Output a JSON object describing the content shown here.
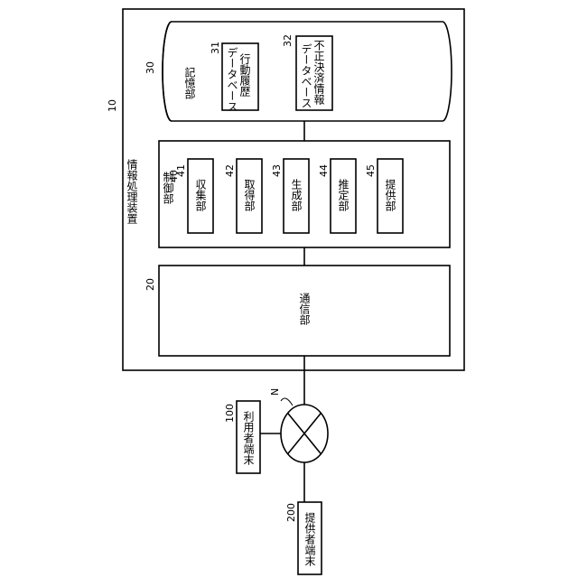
{
  "apparatus": {
    "label": "情報処理装置",
    "ref": "10"
  },
  "storage": {
    "label": "記憶部",
    "ref": "30",
    "databases": [
      {
        "line1": "行動履歴",
        "line2": "データベース",
        "ref": "31"
      },
      {
        "line1": "不正決済情報",
        "line2": "データベース",
        "ref": "32"
      }
    ]
  },
  "control": {
    "label": "制御部",
    "ref": "40",
    "units": [
      {
        "label": "収集部",
        "ref": "41"
      },
      {
        "label": "取得部",
        "ref": "42"
      },
      {
        "label": "生成部",
        "ref": "43"
      },
      {
        "label": "推定部",
        "ref": "44"
      },
      {
        "label": "提供部",
        "ref": "45"
      }
    ]
  },
  "communication": {
    "label": "通信部",
    "ref": "20"
  },
  "network": {
    "label": "N"
  },
  "user_terminal": {
    "label": "利用者端末",
    "ref": "100"
  },
  "provider_terminal": {
    "label": "提供者端末",
    "ref": "200"
  }
}
